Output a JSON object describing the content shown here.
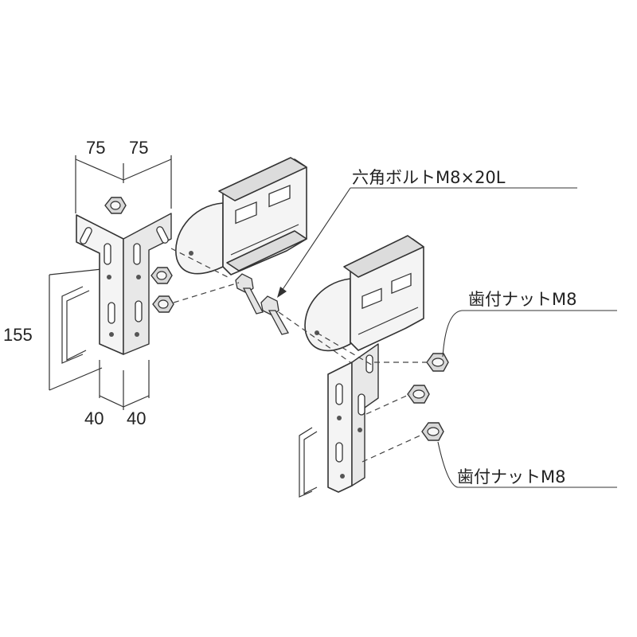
{
  "dimensions": {
    "top_left": "75",
    "top_right": "75",
    "height": "155",
    "bottom_left": "40",
    "bottom_right": "40"
  },
  "callouts": {
    "hex_bolt": "六角ボルトM8×20L",
    "serrated_nut_upper": "歯付ナットM8",
    "serrated_nut_lower": "歯付ナットM8"
  }
}
